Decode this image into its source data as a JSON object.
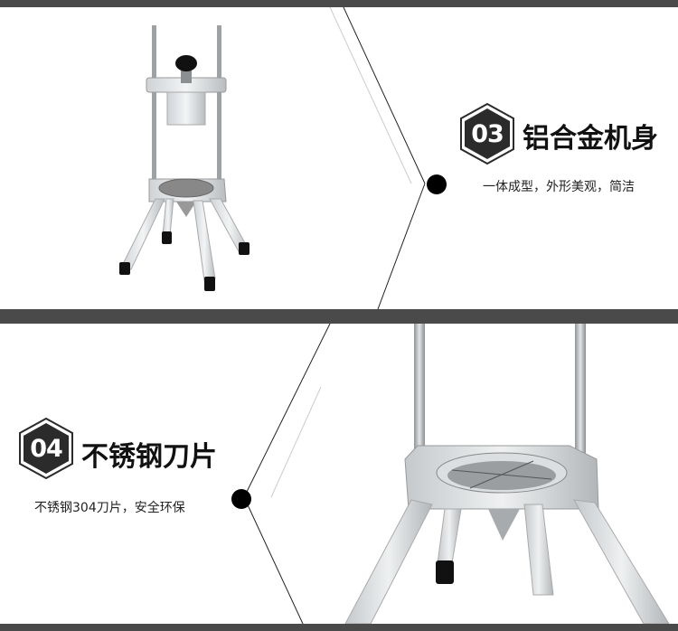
{
  "features": [
    {
      "number": "03",
      "title": "铝合金机身",
      "description": "一体成型，外形美观，简洁"
    },
    {
      "number": "04",
      "title": "不锈钢刀片",
      "description": "不锈钢304刀片，安全环保"
    }
  ],
  "colors": {
    "bar": "#4a4a4a",
    "badge": "#2b2b2b",
    "accent": "#000000"
  },
  "icons": [
    "hexagon-badge-icon",
    "timeline-dot-icon"
  ]
}
